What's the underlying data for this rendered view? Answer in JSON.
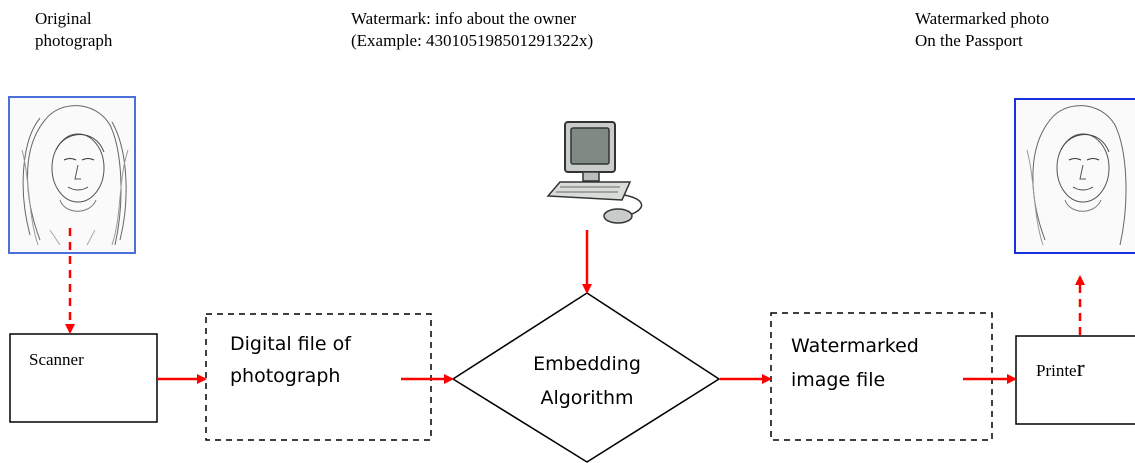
{
  "captions": {
    "original_line1": "Original",
    "original_line2": "photograph",
    "watermark_line1": "Watermark: info about the owner",
    "watermark_line2": "(Example: 430105198501291322x)",
    "watermarked_line1": "Watermarked photo",
    "watermarked_line2": "On the Passport"
  },
  "nodes": {
    "scanner": "Scanner",
    "digital_file_line1": "Digital file of",
    "digital_file_line2": "photograph",
    "embedding_line1": "Embedding",
    "embedding_line2": "Algorithm",
    "watermarked_file_line1": "Watermarked",
    "watermarked_file_line2": "image file",
    "printer_main": "Printe",
    "printer_last": "r"
  },
  "colors": {
    "arrow": "#ff0000",
    "photo_border_original": "#4a6fd8",
    "photo_border_watermarked": "#1a2fe0",
    "box_border": "#000000"
  },
  "icons": [
    "portrait-sketch-icon",
    "computer-icon"
  ]
}
